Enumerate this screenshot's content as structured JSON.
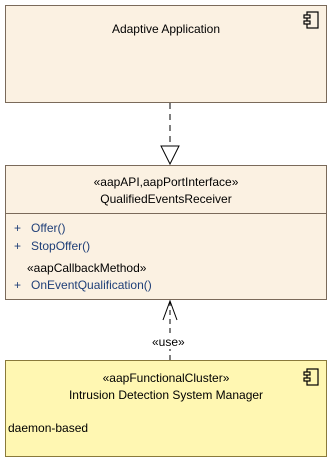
{
  "adaptive_app": {
    "name": "Adaptive Application"
  },
  "interface": {
    "stereotype": "«aapAPI,aapPortInterface»",
    "name": "QualifiedEventsReceiver",
    "operations": [
      {
        "visibility": "+",
        "name": "Offer()"
      },
      {
        "visibility": "+",
        "name": "StopOffer()"
      }
    ],
    "callback_stereotype": "«aapCallbackMethod»",
    "callback_operation": {
      "visibility": "+",
      "name": "OnEventQualification()"
    }
  },
  "use_label": "«use»",
  "idsm": {
    "stereotype": "«aapFunctionalCluster»",
    "name": "Intrusion Detection System Manager",
    "note": "daemon-based"
  },
  "colors": {
    "class_fill": "#fbf1e2",
    "cluster_fill": "#fff7b2",
    "operation_text": "#1f3f78",
    "border": "#7a6a5a"
  },
  "icons": [
    "component-icon"
  ]
}
